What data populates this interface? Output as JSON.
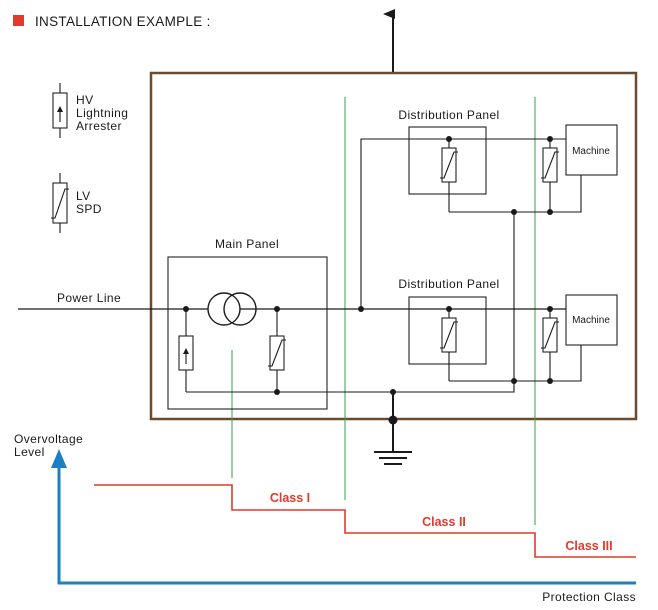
{
  "header": {
    "title": "INSTALLATION  EXAMPLE :",
    "marker_color": "#e23a2c"
  },
  "legend": {
    "hv_line1": "HV",
    "hv_line2": "Lightning",
    "hv_line3": "Arrester",
    "lv_line1": "LV",
    "lv_line2": "SPD"
  },
  "diagram": {
    "main_panel": "Main Panel",
    "distribution_panel_top": "Distribution Panel",
    "distribution_panel_bottom": "Distribution Panel",
    "machine_top": "Machine",
    "machine_bottom": "Machine",
    "power_line": "Power Line",
    "building_color": "#6b4a2e"
  },
  "graph": {
    "y_label_line1": "Overvoltage",
    "y_label_line2": "Level",
    "x_label": "Protection Class",
    "class_1": "Class I",
    "class_2": "Class II",
    "class_3": "Class III",
    "level_color": "#e23a2c",
    "axis_color": "#1c7fc4",
    "divider_color": "#3aa14a"
  }
}
